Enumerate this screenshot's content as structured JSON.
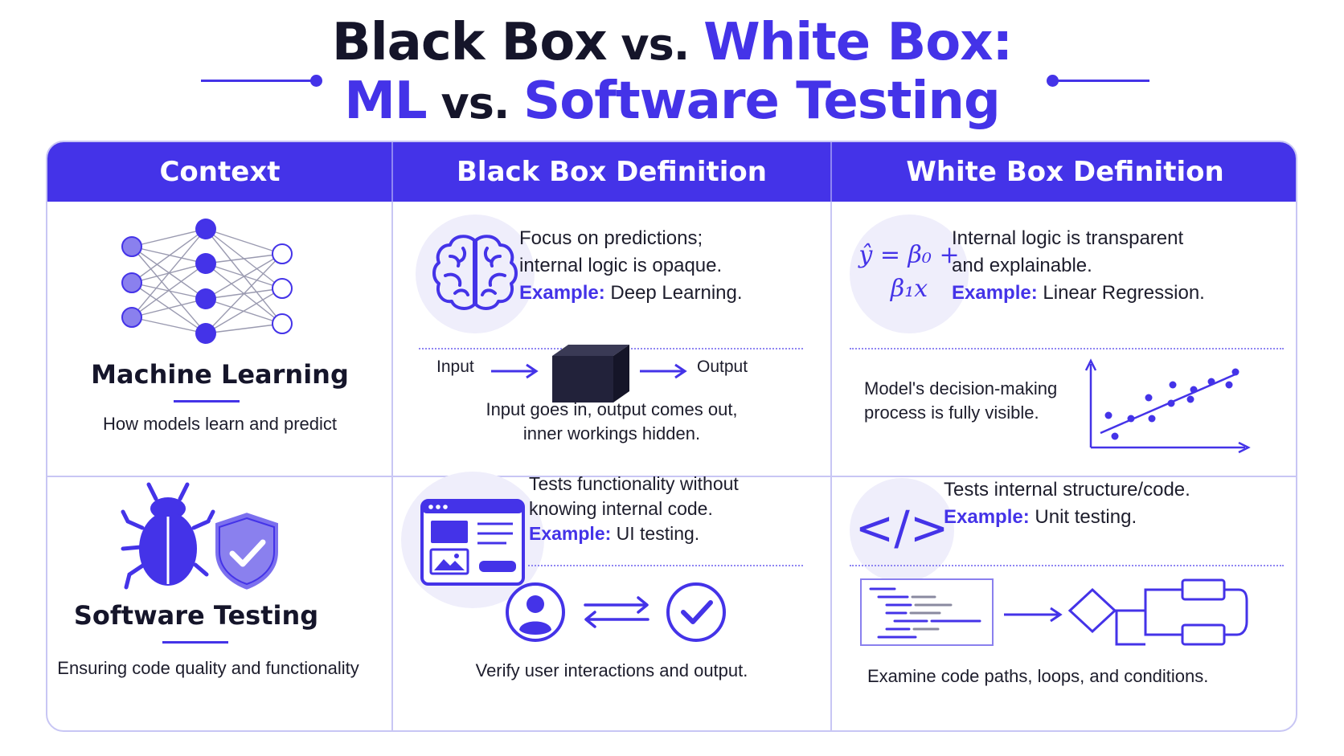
{
  "title": {
    "line1_part1": "Black Box",
    "line1_vs": " vs. ",
    "line1_part2": "White Box:",
    "line2_part1": "ML",
    "line2_vs": " vs. ",
    "line2_part2": "Software Testing"
  },
  "table": {
    "headers": [
      "Context",
      "Black Box Definition",
      "White Box Definition"
    ],
    "rows": [
      {
        "context": {
          "title": "Machine Learning",
          "subtitle": "How models learn and predict",
          "icon": "neural-network-icon"
        },
        "black_box": {
          "icon": "brain-icon",
          "line1": "Focus on predictions;",
          "line2": "internal logic is opaque.",
          "example_label": "Example:",
          "example_value": " Deep Learning.",
          "diagram": {
            "input": "Input",
            "output": "Output",
            "caption1": "Input goes in, output comes out,",
            "caption2": "inner workings hidden."
          }
        },
        "white_box": {
          "icon": "equation-icon",
          "equation_line1": "ŷ = β₀ +",
          "equation_line2": "β₁x",
          "line1": "Internal logic is transparent",
          "line2": "and explainable.",
          "example_label": "Example:",
          "example_value": " Linear Regression.",
          "diagram": {
            "caption1": "Model's decision-making",
            "caption2": "process is fully visible."
          }
        }
      },
      {
        "context": {
          "title": "Software Testing",
          "subtitle": "Ensuring code quality and functionality",
          "icon": "bug-shield-icon"
        },
        "black_box": {
          "icon": "browser-window-icon",
          "line1": "Tests functionality without",
          "line2": "knowing internal code.",
          "example_label": "Example:",
          "example_value": " UI testing.",
          "diagram": {
            "caption1": "Verify user interactions and output."
          }
        },
        "white_box": {
          "icon": "code-icon",
          "code_glyph": "</>",
          "line1": "Tests internal structure/code.",
          "example_label": "Example:",
          "example_value": " Unit testing.",
          "diagram": {
            "caption1": "Examine code paths, loops,  and conditions."
          }
        }
      }
    ]
  },
  "colors": {
    "accent": "#4433e8",
    "dark": "#15152a",
    "soft": "#efeefb",
    "border": "#c8c6f4"
  }
}
